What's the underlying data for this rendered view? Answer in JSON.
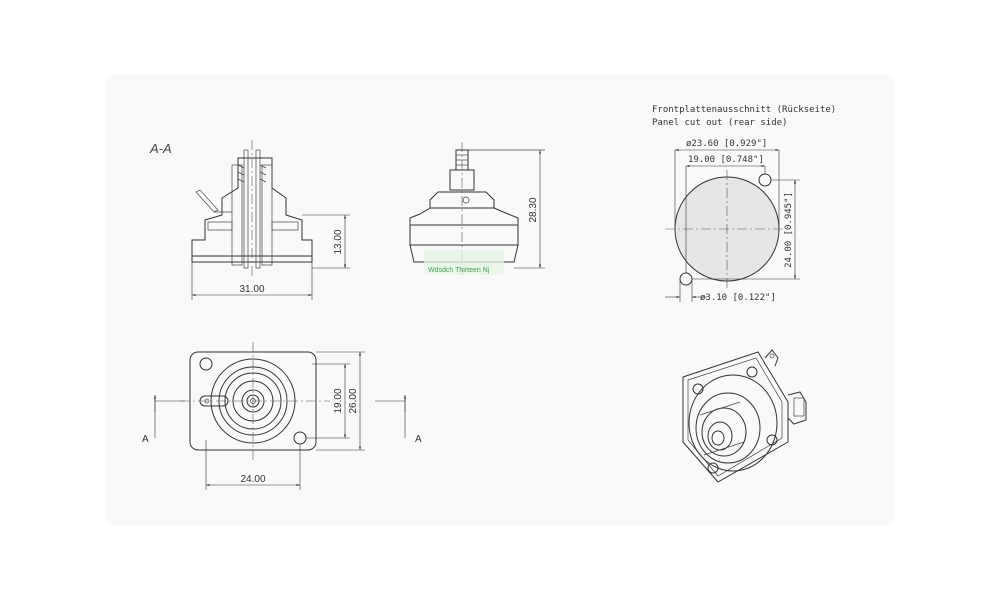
{
  "section_label": "A-A",
  "view_arrow_label": "A",
  "dimensions": {
    "side_width": "31.00",
    "side_height": "13.00",
    "total_height": "28.30",
    "front_width": "24.00",
    "front_hole_spacing": "19.00",
    "front_height": "26.00"
  },
  "cutout": {
    "title_de": "Frontplattenausschnitt (Rückseite)",
    "title_en": "Panel cut out (rear side)",
    "diameter": "ø23.60 [0.929\"]",
    "hole_spacing_h": "19.00 [0.748\"]",
    "hole_spacing_v": "24.00 [0.945\"]",
    "hole_diameter": "ø3.10 [0.122\"]"
  },
  "watermark": "Wdsdch Thirteen Nj"
}
